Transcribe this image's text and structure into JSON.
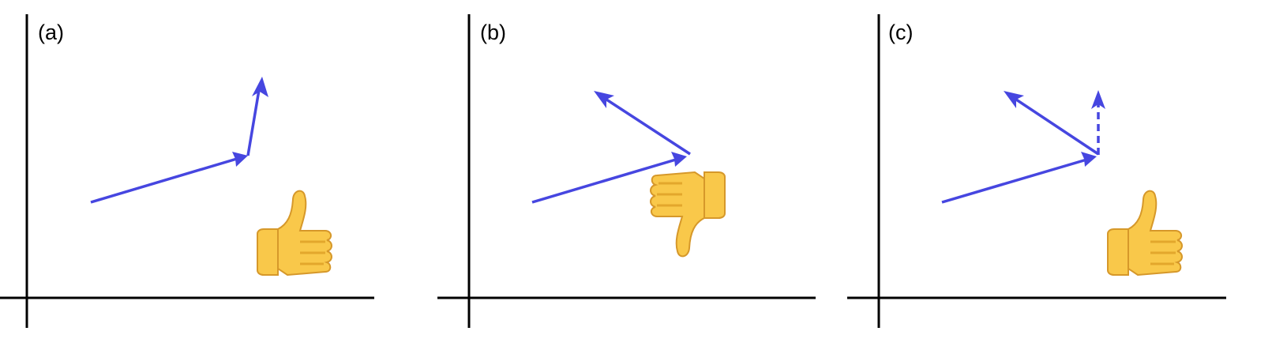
{
  "colors": {
    "axis": "#000000",
    "vector": "#4646e0",
    "thumb_fill": "#f9c84a",
    "thumb_shade": "#e3a72c",
    "thumb_outline": "#d6982a"
  },
  "panels": [
    {
      "label": "(a)",
      "vectors": [
        {
          "style": "solid"
        },
        {
          "style": "solid"
        }
      ],
      "gesture": "thumbs-up-icon"
    },
    {
      "label": "(b)",
      "vectors": [
        {
          "style": "solid"
        },
        {
          "style": "solid"
        }
      ],
      "gesture": "thumbs-down-icon"
    },
    {
      "label": "(c)",
      "vectors": [
        {
          "style": "solid"
        },
        {
          "style": "solid"
        },
        {
          "style": "dashed"
        }
      ],
      "gesture": "thumbs-up-icon"
    }
  ]
}
